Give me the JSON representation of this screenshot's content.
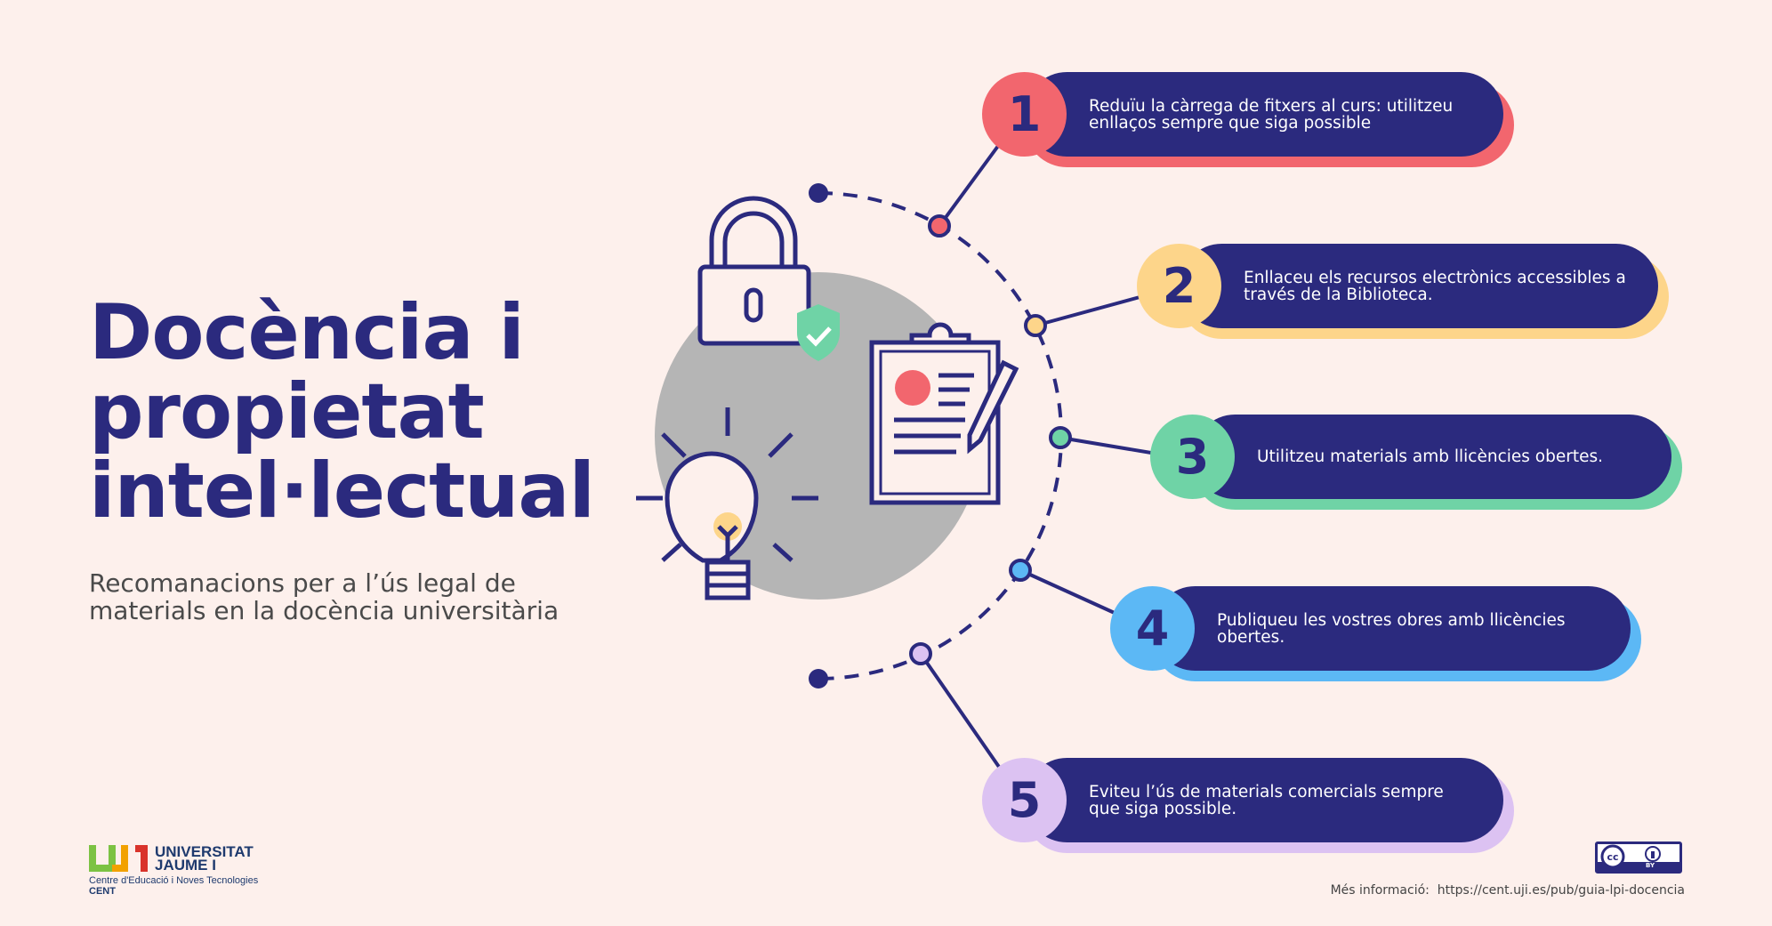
{
  "title": {
    "lines": [
      "Docència i",
      "propietat",
      "intel·lectual"
    ]
  },
  "subtitle": {
    "lines": [
      "Recomanacions per a l’ús legal de",
      "materials en la docència universitària"
    ]
  },
  "steps": [
    {
      "number": "1",
      "text": "Reduïu la càrrega de fitxers al curs: utilitzeu enllaços sempre que siga possible",
      "color": "#f2666e"
    },
    {
      "number": "2",
      "text": "Enllaceu els recursos electrònics accessibles a través de la Biblioteca.",
      "color": "#fdd58a"
    },
    {
      "number": "3",
      "text": "Utilitzeu materials amb llicències obertes.",
      "color": "#6fd3a6"
    },
    {
      "number": "4",
      "text": "Publiqueu les vostres obres amb llicències obertes.",
      "color": "#5cb8f5"
    },
    {
      "number": "5",
      "text": "Eviteu l’ús de materials comercials sempre que siga possible.",
      "color": "#dcc2f2"
    }
  ],
  "logo": {
    "name_line1": "UNIVERSITAT",
    "name_line2": "JAUME I",
    "unit": "Centre d'Educació i Noves Tecnologies",
    "unit_short": "CENT"
  },
  "license": {
    "label": "BY",
    "icon": "cc-by-icon"
  },
  "footer": {
    "more_label": "Més informació:",
    "url": "https://cent.uji.es/pub/guia-lpi-docencia"
  },
  "colors": {
    "navy": "#2b2a7e",
    "background": "#fdf0ec"
  }
}
